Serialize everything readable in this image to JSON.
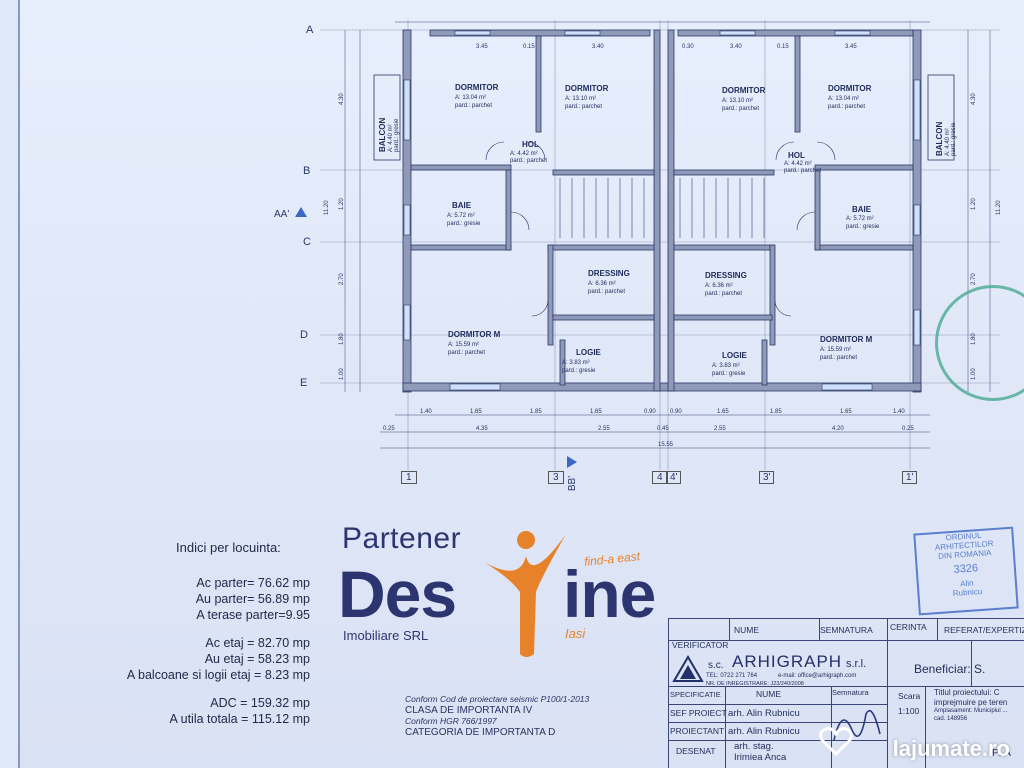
{
  "grid": {
    "letters": [
      "A",
      "B",
      "C",
      "D",
      "E"
    ],
    "numbers": [
      "1",
      "3",
      "4",
      "4'",
      "3'",
      "1'"
    ],
    "sections": [
      "AA'",
      "BB'"
    ]
  },
  "rooms": [
    {
      "name": "DORMITOR",
      "area": "A: 13.04 m²",
      "floor": "pard.: parchet"
    },
    {
      "name": "DORMITOR",
      "area": "A: 13.10 m²",
      "floor": "pard.: parchet"
    },
    {
      "name": "DORMITOR",
      "area": "A: 13.10 m²",
      "floor": "pard.: parchet"
    },
    {
      "name": "DORMITOR",
      "area": "A: 13.04 m²",
      "floor": "pard.: parchet"
    },
    {
      "name": "HOL",
      "area": "A: 4.42 m²",
      "floor": "pard.: parchet"
    },
    {
      "name": "HOL",
      "area": "A: 4.42 m²",
      "floor": "pard.: parchet"
    },
    {
      "name": "BAIE",
      "area": "A: 5.72 m²",
      "floor": "pard.: gresie"
    },
    {
      "name": "BAIE",
      "area": "A: 5.72 m²",
      "floor": "pard.: gresie"
    },
    {
      "name": "DRESSING",
      "area": "A: 6.36 m²",
      "floor": "pard.: parchet"
    },
    {
      "name": "DRESSING",
      "area": "A: 6.36 m²",
      "floor": "pard.: parchet"
    },
    {
      "name": "DORMITOR M",
      "area": "A: 15.59 m²",
      "floor": "pard.: parchet"
    },
    {
      "name": "DORMITOR M",
      "area": "A: 15.59 m²",
      "floor": "pard.: parchet"
    },
    {
      "name": "LOGIE",
      "area": "A: 3.83 m²",
      "floor": "pard.: gresie"
    },
    {
      "name": "LOGIE",
      "area": "A: 3.83 m²",
      "floor": "pard.: gresie"
    },
    {
      "name": "BALCON",
      "area": "A: 4.40 m²",
      "floor": "pard.: gresie"
    },
    {
      "name": "BALCON",
      "area": "A: 4.40 m²",
      "floor": "pard.: gresie"
    }
  ],
  "dimensions": {
    "top": [
      "3.45",
      "0.15",
      "3.40",
      "0.30",
      "3.40",
      "0.15",
      "3.45"
    ],
    "bottom_row1": [
      "1.40",
      "1.65",
      "1.85",
      "1.65",
      "0.90",
      "0.90",
      "1.65",
      "1.85",
      "1.65",
      "1.40"
    ],
    "bottom_row2": [
      "0.25",
      "4.35",
      "2.55",
      "0.45",
      "2.55",
      "4.20",
      "0.25"
    ],
    "bottom_total": "15.55",
    "left": [
      "4.30",
      "1.20",
      "2.70",
      "1.80",
      "1.00"
    ],
    "right": [
      "4.30",
      "1.20",
      "2.70",
      "1.80",
      "1.00"
    ],
    "total_height": "11.20"
  },
  "indici": {
    "title": "Indici per locuinta:",
    "rows_parter": [
      "Ac parter= 76.62 mp",
      "Au parter= 56.89 mp",
      "A terase  parter=9.95"
    ],
    "rows_etaj": [
      "Ac etaj = 82.70 mp",
      "Au etaj = 58.23 mp",
      "A balcoane si logii etaj = 8.23 mp"
    ],
    "rows_total": [
      "ADC = 159.32 mp",
      "A utila totala = 115.12 mp"
    ]
  },
  "logo": {
    "top": "Partener",
    "left": "Des",
    "right": "ine",
    "sub": "Imobiliare SRL",
    "city": "Iasi",
    "tagline": "find-a east",
    "brand_color": "#2c3570",
    "accent_color": "#e8822a"
  },
  "notes": {
    "line1": "Conform Cod de proiectare seismic P100/1-2013",
    "line2": "CLASA DE IMPORTANTA IV",
    "line3": "Conform HGR 766/1997",
    "line4": "CATEGORIA DE IMPORTANTA D"
  },
  "title_block": {
    "verificator": "VERIFICATOR",
    "nume": "NUME",
    "semnatura": "SEMNATURA",
    "cerinta": "CERINTA",
    "referat": "REFERAT/EXPERTIZA",
    "company_prefix": "s.c.",
    "company": "ARHIGRAPH",
    "company_suffix": "s.r.l.",
    "phone": "TEL: 0722 271 764",
    "email": "e-mail: office@arhigraph.com",
    "reg": "NR. DE INREGISTRARE: J23/240/2008",
    "beneficiar": "Beneficiar: S.",
    "specificatie": "SPECIFICATIE",
    "nume2": "NUME",
    "semnatura2": "Semnatura",
    "scara_label": "Scara",
    "scara_value": "1:100",
    "sef_proiect_label": "SEF PROIECT",
    "sef_proiect": "arh. Alin Rubnicu",
    "proiectant_label": "PROIECTANT",
    "proiectant": "arh. Alin Rubnicu",
    "desenat_label": "DESENAT",
    "desenat_1": "arh. stag.",
    "desenat_2": "Irimiea Anca",
    "titlu_proiect": "Titlul proiectului: C",
    "titlu_2": "imprejmuire pe teren",
    "amplasament": "Amplasament: Municipiul ...",
    "cad": "cad. 148956",
    "plansa": "PLA"
  },
  "stamp": {
    "line1": "ORDINUL ARHITECTILOR",
    "line2": "DIN ROMANIA",
    "line3": "3326",
    "line4": "Alin",
    "line5": "Rubnicu"
  },
  "watermark": "lajumate.ro"
}
